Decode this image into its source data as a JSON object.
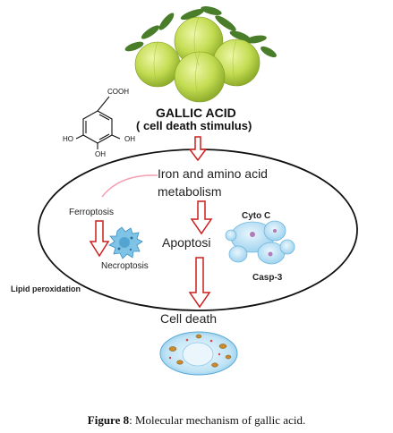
{
  "diagram": {
    "title_line1": "GALLIC ACID",
    "title_line2": "( cell death stimulus)",
    "node_iron_line1": "Iron and amino acid",
    "node_iron_line2": "metabolism",
    "node_ferroptosis": "Ferroptosis",
    "node_apoptosis": "Apoptosi",
    "node_cyto_c": "Cyto C",
    "node_casp3": "Casp-3",
    "node_necroptosis": "Necroptosis",
    "node_lipid": "Lipid peroxidation",
    "node_cell_death": "Cell death",
    "molecule": {
      "cooh": "COOH",
      "ho_left": "HO",
      "oh_right": "OH",
      "oh_bottom": "OH"
    },
    "colors": {
      "arrow": "#cc1f1f",
      "ellipse": "#111111",
      "connector": "#f2a3b5",
      "fruit": "#b8d44a",
      "leaf": "#4a7d2a"
    }
  },
  "caption": {
    "label": "Figure 8",
    "text": ": Molecular mechanism of gallic acid."
  }
}
